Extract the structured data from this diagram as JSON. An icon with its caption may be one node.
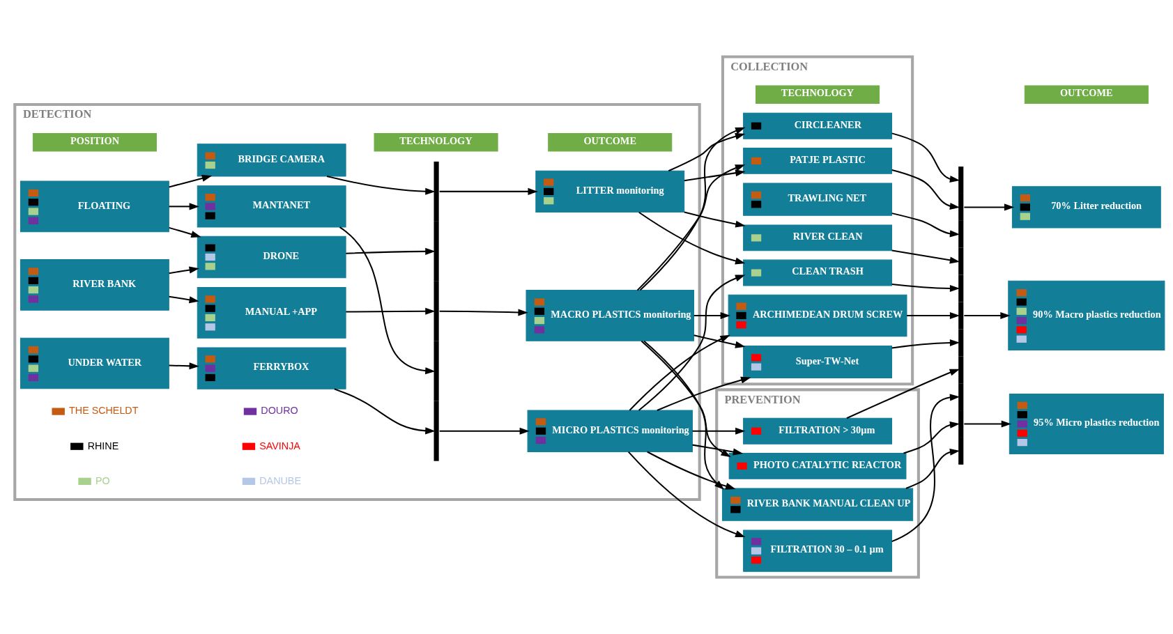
{
  "diagram": {
    "nodes": [
      {
        "text": [
          "DETECTION"
        ]
      },
      {
        "text": [
          "POSITION"
        ],
        "in": 0
      },
      {
        "text": [
          "TECHNOLOGY"
        ],
        "in": 0
      },
      {
        "text": [
          "OUTCOME"
        ],
        "in": 0
      },
      {
        "text": [
          "FLOATING"
        ],
        "in": 0
      },
      {
        "text": [
          "RIVER BANK"
        ],
        "in": 0
      },
      {
        "text": [
          "UNDER WATER"
        ],
        "in": 0
      },
      {
        "text": [
          "BRIDGE CAMERA"
        ],
        "in": 0
      },
      {
        "text": [
          "DRONE"
        ],
        "in": 0
      },
      {
        "text": [
          "MANUAL +APP"
        ],
        "in": 0
      },
      {
        "text": [
          "MANTANET"
        ],
        "in": 0
      },
      {
        "text": [
          "FERRYBOX"
        ],
        "in": 0
      },
      {
        "text": [],
        "shape": "bar",
        "in": 0
      },
      {
        "text": [
          "LITTER monitoring"
        ],
        "in": 0
      },
      {
        "text": [
          "MACRO PLASTICS monitoring"
        ],
        "in": 0
      },
      {
        "text": [
          "MICRO PLASTICS monitoring"
        ],
        "in": 0
      },
      {
        "text": [
          "COLLECTION"
        ]
      },
      {
        "text": [
          "TECHNOLOGY"
        ],
        "in": 16
      },
      {
        "text": [
          "CIRCLEANER"
        ],
        "in": 16
      },
      {
        "text": [
          "PATJE PLASTIC"
        ],
        "in": 16
      },
      {
        "text": [
          "TRAWLING NET"
        ],
        "in": 16
      },
      {
        "text": [
          "RIVER CLEAN"
        ],
        "in": 16
      },
      {
        "text": [
          "CLEAN TRASH"
        ],
        "in": 16
      },
      {
        "text": [
          "ARCHIMEDEAN DRUM SCREW"
        ],
        "in": 16
      },
      {
        "text": [
          "Super-TW-Net"
        ],
        "in": 16
      },
      {
        "text": [
          "PREVENTION"
        ]
      },
      {
        "text": [
          "FILTRATION > 30µm"
        ],
        "in": 25
      },
      {
        "text": [
          "FILTRATION 30 – 0.1 µm"
        ],
        "in": 25
      },
      {
        "text": [
          "PHOTO CATALYTIC REACTOR"
        ],
        "in": 25
      },
      {
        "text": [
          "RIVER BANK MANUAL CLEAN UP"
        ],
        "in": 25
      },
      {
        "text": [
          "OUTCOME"
        ]
      },
      {
        "text": [],
        "shape": "bar"
      },
      {
        "text": [
          "70% Litter reduction"
        ]
      },
      {
        "text": [
          "90% Macro plastics reduction"
        ]
      },
      {
        "text": [
          "95% Micro plastics reduction"
        ]
      }
    ],
    "edges": [
      {
        "from": 4,
        "to": 7,
        "arrow": "to"
      },
      {
        "from": 4,
        "to": 8,
        "arrow": "to"
      },
      {
        "from": 4,
        "to": 10,
        "arrow": "to"
      },
      {
        "from": 5,
        "to": 8,
        "arrow": "to"
      },
      {
        "from": 5,
        "to": 9,
        "arrow": "to"
      },
      {
        "from": 6,
        "to": 11,
        "arrow": "to"
      },
      {
        "from": 7,
        "to": 12,
        "arrow": "to"
      },
      {
        "from": 8,
        "to": 12,
        "arrow": "to"
      },
      {
        "from": 9,
        "to": 12,
        "arrow": "to"
      },
      {
        "from": 10,
        "to": 12,
        "arrow": "to"
      },
      {
        "from": 11,
        "to": 12,
        "arrow": "to"
      },
      {
        "from": 12,
        "to": 13,
        "arrow": "to"
      },
      {
        "from": 12,
        "to": 14,
        "arrow": "to"
      },
      {
        "from": 12,
        "to": 15,
        "arrow": "to"
      },
      {
        "from": 13,
        "to": 18,
        "arrow": "to"
      },
      {
        "from": 13,
        "to": 19,
        "arrow": "to"
      },
      {
        "from": 13,
        "to": 21,
        "arrow": "to"
      },
      {
        "from": 13,
        "to": 22,
        "arrow": "to"
      },
      {
        "from": 14,
        "to": 18,
        "arrow": "to"
      },
      {
        "from": 14,
        "to": 19,
        "arrow": "to"
      },
      {
        "from": 14,
        "to": 23,
        "arrow": "to"
      },
      {
        "from": 14,
        "to": 24,
        "arrow": "to"
      },
      {
        "from": 14,
        "to": 28,
        "arrow": "to"
      },
      {
        "from": 14,
        "to": 29,
        "arrow": "to"
      },
      {
        "from": 15,
        "to": 22,
        "arrow": "to"
      },
      {
        "from": 15,
        "to": 23,
        "arrow": "to"
      },
      {
        "from": 15,
        "to": 24,
        "arrow": "to"
      },
      {
        "from": 15,
        "to": 26,
        "arrow": "to"
      },
      {
        "from": 15,
        "to": 27,
        "arrow": "to"
      },
      {
        "from": 15,
        "to": 28,
        "arrow": "to"
      },
      {
        "from": 15,
        "to": 29,
        "arrow": "to"
      },
      {
        "from": 18,
        "to": 31,
        "arrow": "to"
      },
      {
        "from": 19,
        "to": 31,
        "arrow": "to"
      },
      {
        "from": 20,
        "to": 31,
        "arrow": "to"
      },
      {
        "from": 21,
        "to": 31,
        "arrow": "to"
      },
      {
        "from": 22,
        "to": 31,
        "arrow": "to"
      },
      {
        "from": 23,
        "to": 31,
        "arrow": "to"
      },
      {
        "from": 24,
        "to": 31,
        "arrow": "to"
      },
      {
        "from": 26,
        "to": 31,
        "arrow": "to"
      },
      {
        "from": 27,
        "to": 31,
        "arrow": "to"
      },
      {
        "from": 28,
        "to": 31,
        "arrow": "to"
      },
      {
        "from": 29,
        "to": 31,
        "arrow": "to"
      },
      {
        "from": 31,
        "to": 32,
        "arrow": "to"
      },
      {
        "from": 31,
        "to": 33,
        "arrow": "to"
      },
      {
        "from": 31,
        "to": 34,
        "arrow": "to"
      }
    ],
    "legend": [
      {
        "text": "THE SCHELDT",
        "color": "#c55a11"
      },
      {
        "text": "RHINE",
        "color": "#000000"
      },
      {
        "text": "PO",
        "color": "#a9d18e"
      },
      {
        "text": "DOURO",
        "color": "#7030a0"
      },
      {
        "text": "SAVINJA",
        "color": "#ff0000"
      },
      {
        "text": "DANUBE",
        "color": "#b4c7e7"
      }
    ]
  }
}
